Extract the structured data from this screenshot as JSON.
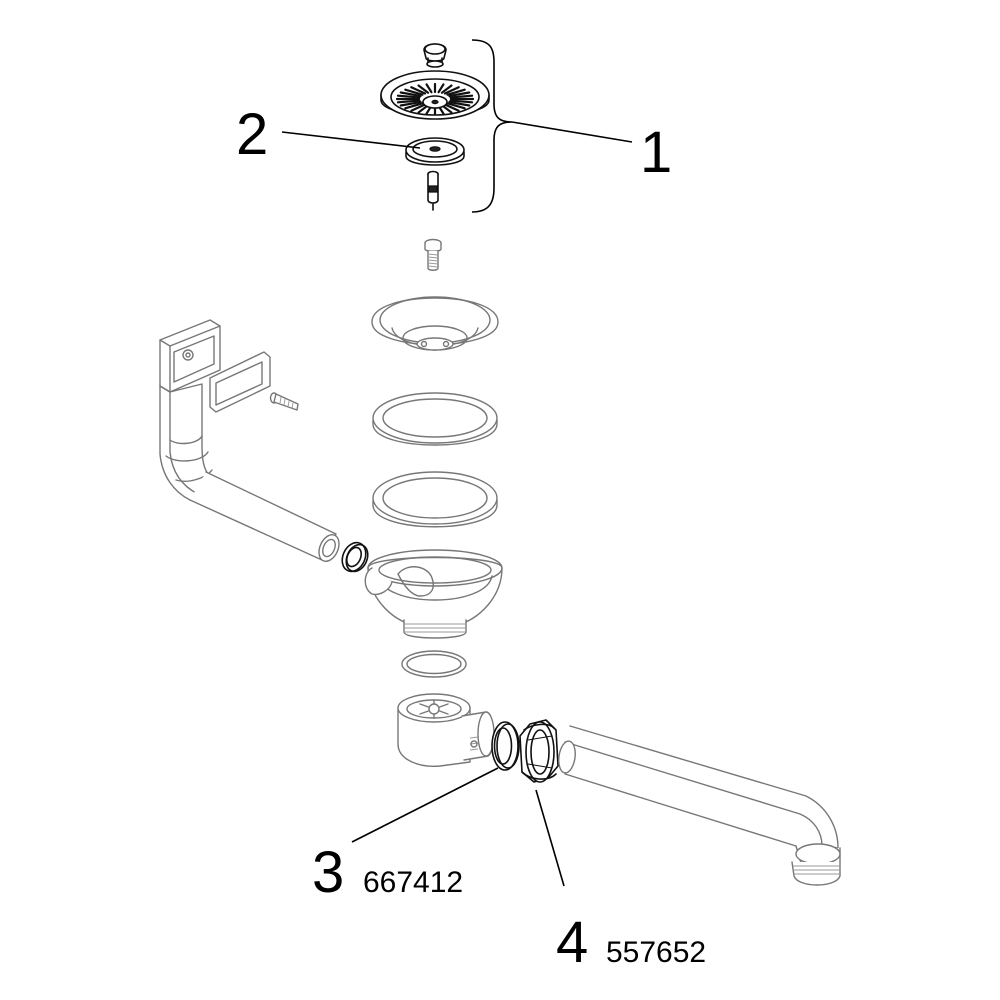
{
  "callouts": [
    {
      "number": "1",
      "part_number": ""
    },
    {
      "number": "2",
      "part_number": ""
    },
    {
      "number": "3",
      "part_number": "667412"
    },
    {
      "number": "4",
      "part_number": "557652"
    }
  ],
  "colors": {
    "line": "#111111",
    "secondary_line": "#777777",
    "background": "#ffffff"
  }
}
